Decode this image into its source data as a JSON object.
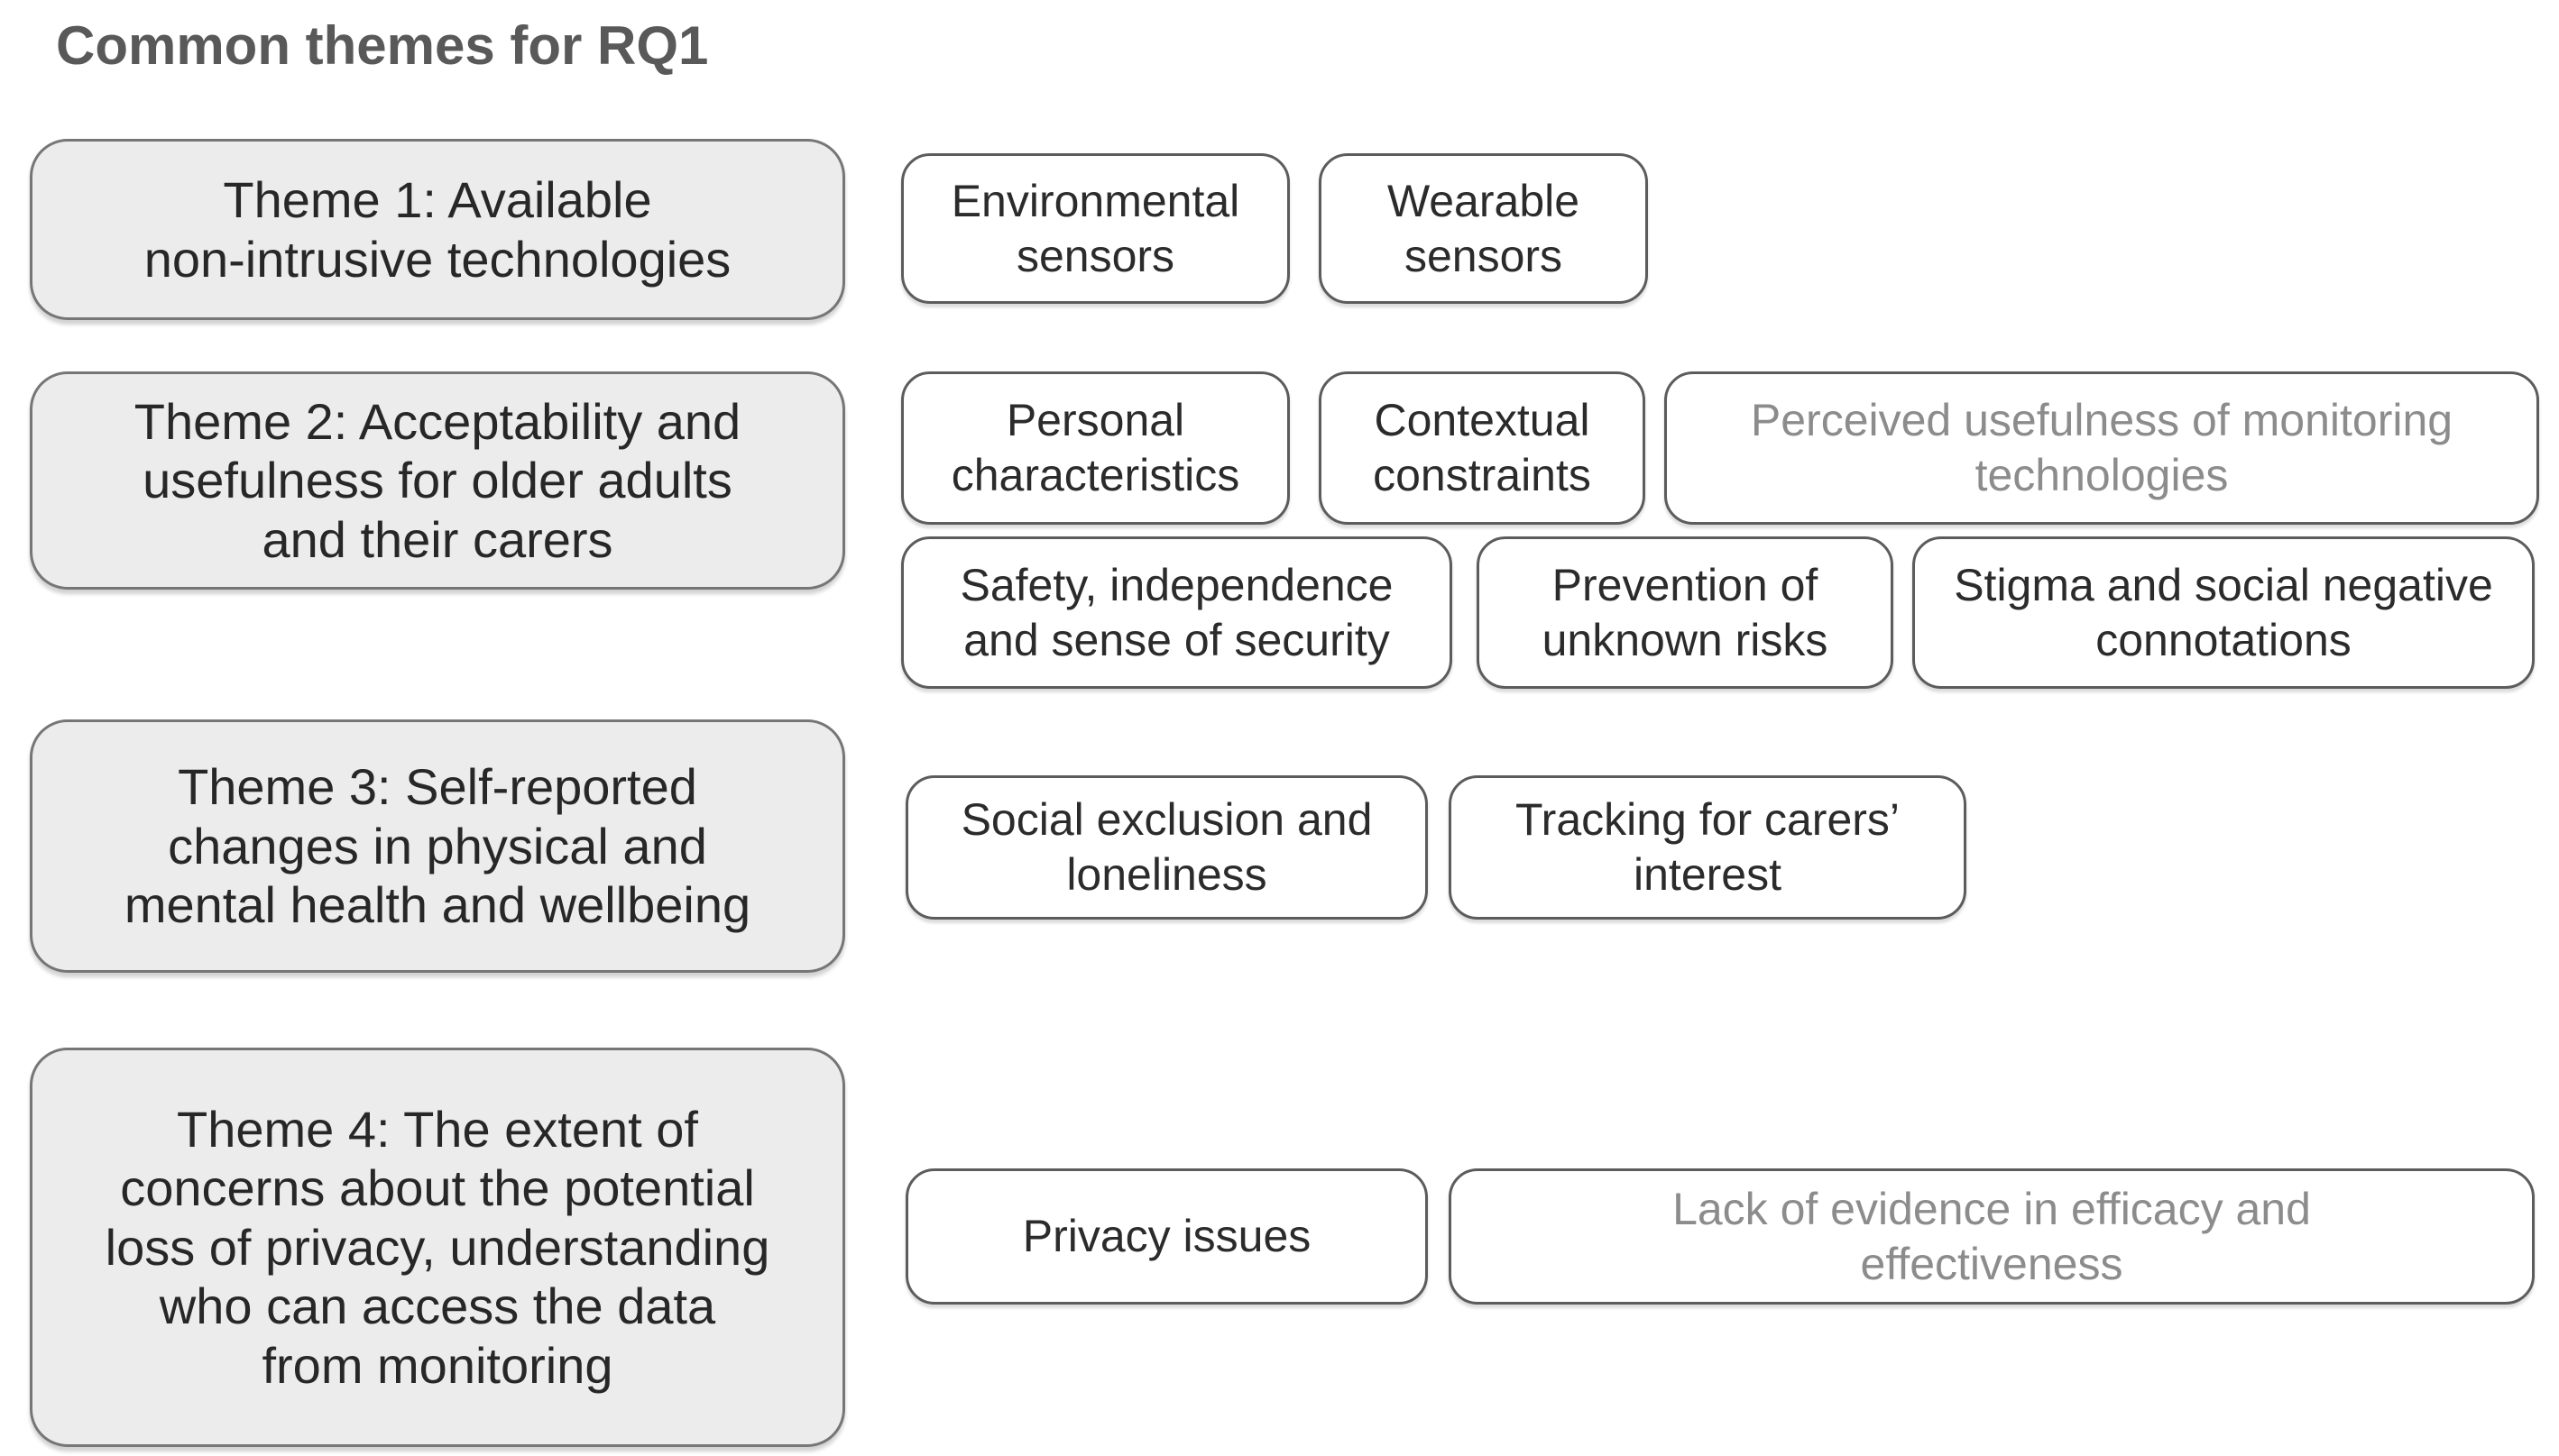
{
  "title": "Common themes for RQ1",
  "colors": {
    "title_text": "#595959",
    "theme_box_fill": "#ececec",
    "theme_box_border": "#767676",
    "sub_box_fill": "#ffffff",
    "sub_box_border": "#5c5c5c",
    "text_dark": "#2b2b2b",
    "text_muted": "#8c8c8c"
  },
  "themes": [
    {
      "label": "Theme 1: Available\nnon-intrusive technologies",
      "subthemes": [
        {
          "label": "Environmental\nsensors",
          "muted": false
        },
        {
          "label": "Wearable\nsensors",
          "muted": false
        }
      ]
    },
    {
      "label": "Theme 2: Acceptability and\nusefulness for older adults\nand their carers",
      "subthemes": [
        {
          "label": "Personal\ncharacteristics",
          "muted": false
        },
        {
          "label": "Contextual\nconstraints",
          "muted": false
        },
        {
          "label": "Perceived usefulness of monitoring\ntechnologies",
          "muted": true
        },
        {
          "label": "Safety, independence\nand sense of security",
          "muted": false
        },
        {
          "label": "Prevention of\nunknown risks",
          "muted": false
        },
        {
          "label": "Stigma and social negative\nconnotations",
          "muted": false
        }
      ]
    },
    {
      "label": "Theme 3: Self-reported\nchanges in physical and\nmental health and wellbeing",
      "subthemes": [
        {
          "label": "Social exclusion and\nloneliness",
          "muted": false
        },
        {
          "label": "Tracking for carers’\ninterest",
          "muted": false
        }
      ]
    },
    {
      "label": "Theme 4: The extent of\nconcerns about the potential\nloss of privacy, understanding\nwho can access the data\nfrom monitoring",
      "subthemes": [
        {
          "label": "Privacy issues",
          "muted": false
        },
        {
          "label": "Lack of evidence in efficacy and\neffectiveness",
          "muted": true
        }
      ]
    }
  ]
}
